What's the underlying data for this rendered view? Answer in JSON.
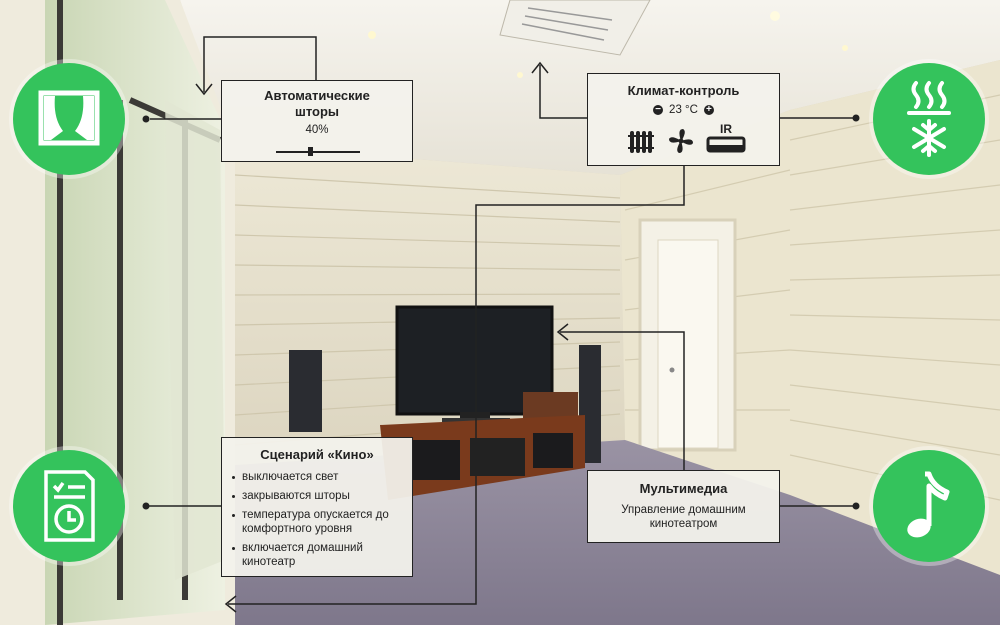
{
  "curtains": {
    "title": "Автоматические шторы",
    "value": "40%",
    "level": 0.4
  },
  "climate": {
    "title": "Климат-контроль",
    "temperature": "23 °C",
    "ir_label": "IR"
  },
  "cinema": {
    "title": "Сценарий «Кино»",
    "items": [
      "выключается свет",
      "закрываются шторы",
      "температура опускается до комфортного уровня",
      "включается домашний кинотеатр"
    ]
  },
  "multimedia": {
    "title": "Мультимедиа",
    "description": "Управление домашним кинотеатром"
  },
  "colors": {
    "accent": "#34c35c",
    "panel_bg": "#f3f2ec",
    "line": "#222222"
  },
  "icons": [
    "curtains-icon",
    "heat-snow-icon",
    "schedule-document-icon",
    "music-note-icon",
    "radiator-icon",
    "fan-icon",
    "ir-ac-icon",
    "minus-icon",
    "plus-icon"
  ]
}
